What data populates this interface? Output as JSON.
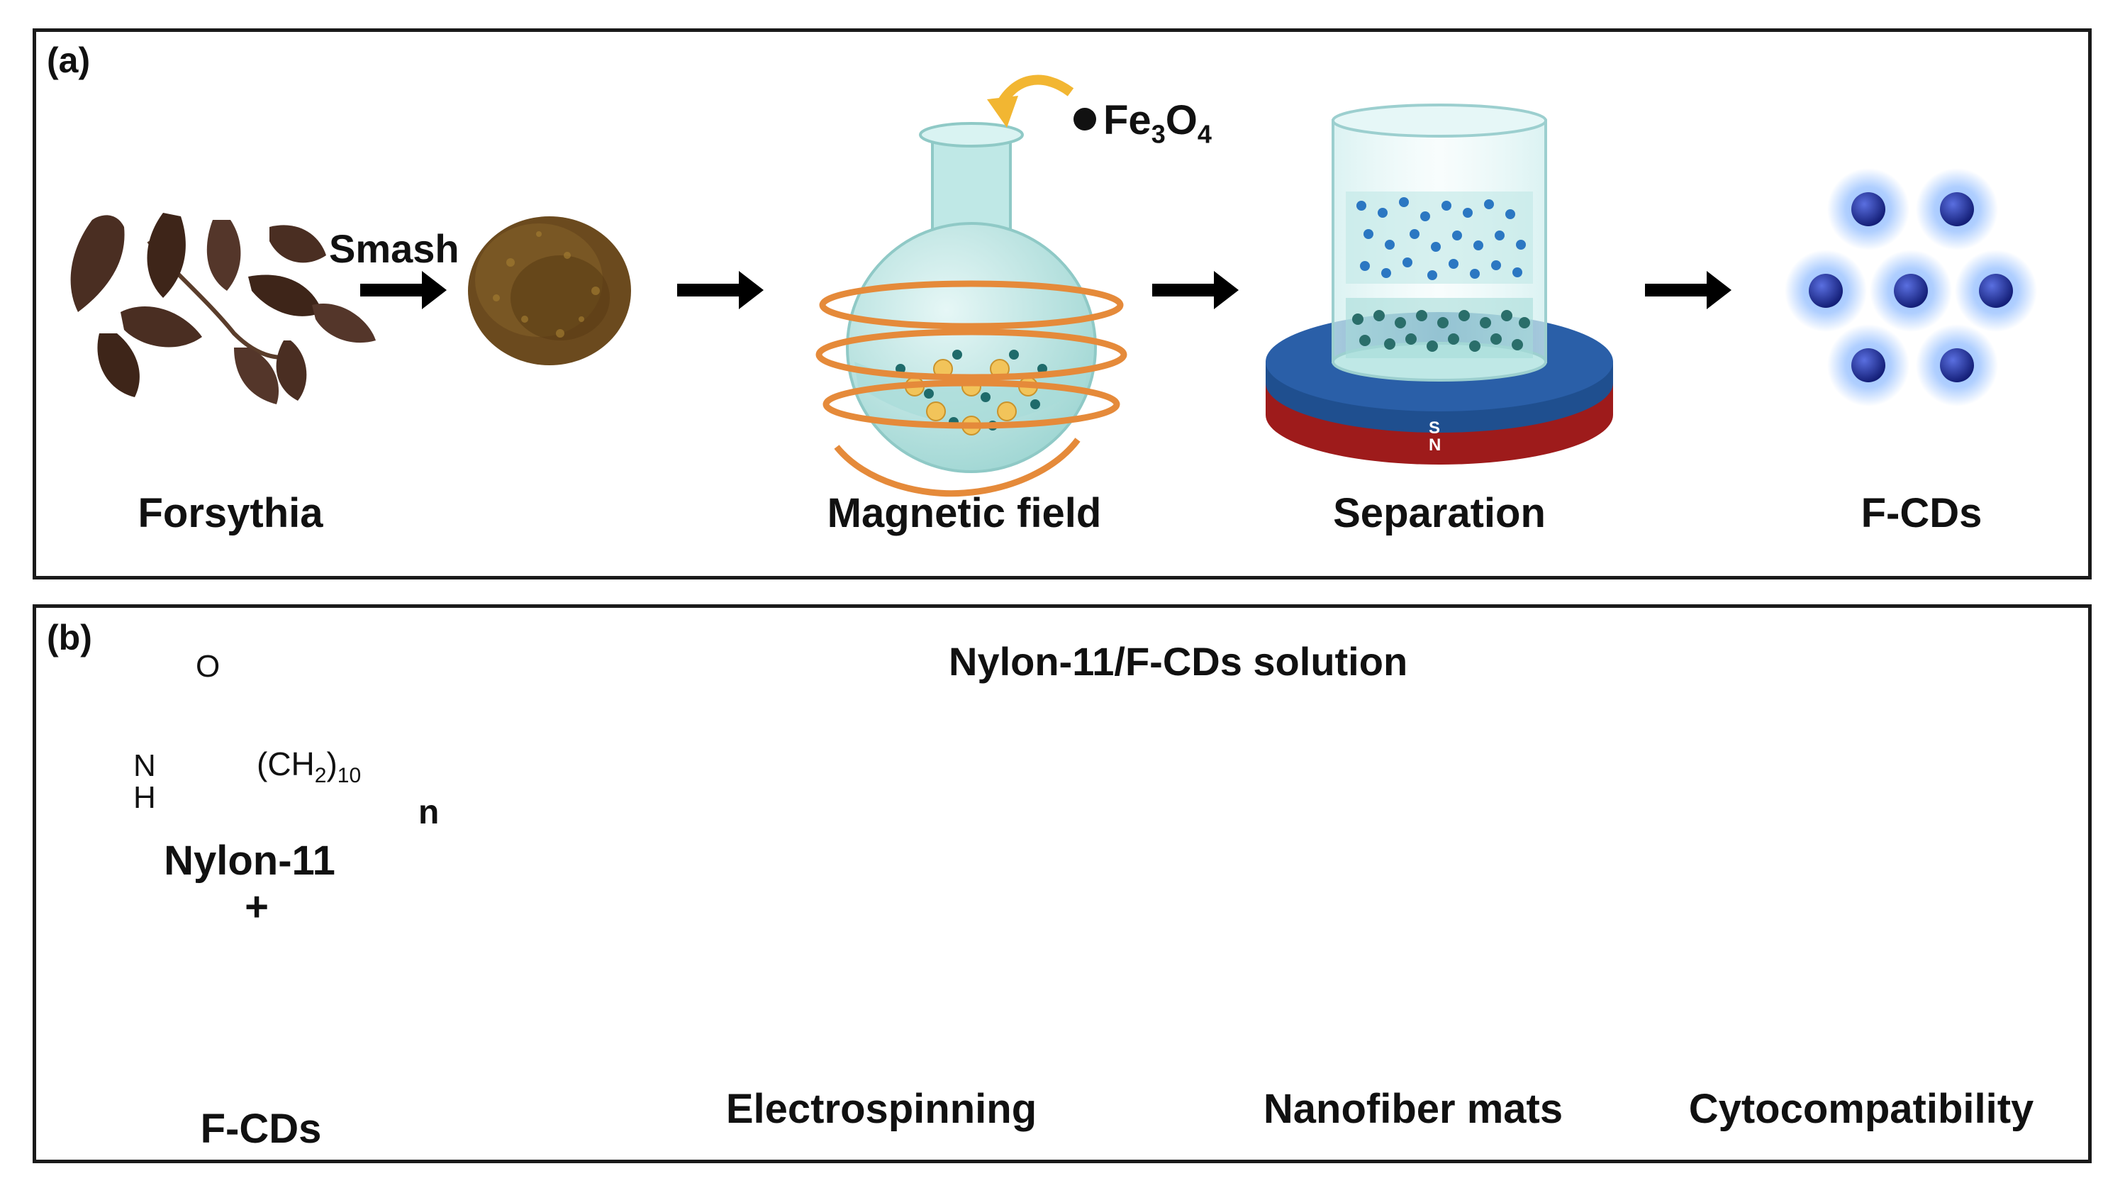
{
  "panel_a": {
    "letter": "(a)",
    "smash_label": "Smash",
    "reagent": {
      "base": "Fe",
      "sub1": "3",
      "mid": "O",
      "sub2": "4"
    },
    "magnet_poles": {
      "top": "S",
      "bottom": "N"
    },
    "captions": {
      "forsythia": "Forsythia",
      "magnetic_field": "Magnetic field",
      "separation": "Separation",
      "fcds": "F-CDs"
    }
  },
  "panel_b": {
    "letter": "(b)",
    "structure": {
      "oxygen": "O",
      "amide_n": "N",
      "amide_h": "H",
      "chain": {
        "open": "(CH",
        "sub": "2",
        "close": ")",
        "count": "10"
      },
      "repeat": "n"
    },
    "nylon_label": "Nylon-11",
    "plus": "+",
    "syringe_label": "Nylon-11/F-CDs solution",
    "captions": {
      "fcds": "F-CDs",
      "electrospinning": "Electrospinning",
      "nanofiber_mats": "Nanofiber mats",
      "cytocompatibility": "Cytocompatibility"
    }
  },
  "colors": {
    "dot_core": "#1f2d9a",
    "dot_glow": "#6fa8ff",
    "glass": "#bfe8e6",
    "cyan_device": "#4fc3d4",
    "magnet_blue": "#1f4f8f",
    "magnet_red": "#9e1b1b",
    "coil": "#e58a3a",
    "leaf": "#4a2e22",
    "powder": "#6b4a1e",
    "arrow": "#000000",
    "live_cells": "#3bd23b",
    "dead_cells": "#e0303a"
  }
}
